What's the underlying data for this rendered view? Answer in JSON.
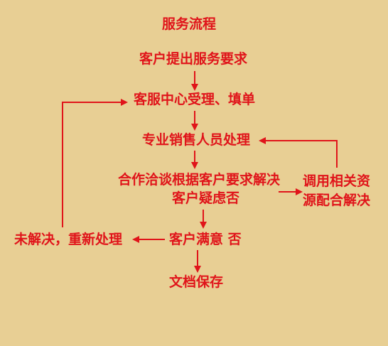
{
  "title": "服务流程",
  "steps": {
    "request": "客户提出服务要求",
    "accept": "客服中心受理、填单",
    "sales": "专业销售人员处理",
    "negotiate_line1": "合作洽谈根据客户要求解决",
    "negotiate_line2": "客户疑虑否",
    "resource_line1": "调用相关资",
    "resource_line2": "源配合解决",
    "satisfied": "客户满意 否",
    "unresolved": "未解决，重新处理",
    "archive": "文档保存"
  },
  "colors": {
    "background": "#e8cf94",
    "text": "#e0141a",
    "arrow": "#e0141a"
  }
}
